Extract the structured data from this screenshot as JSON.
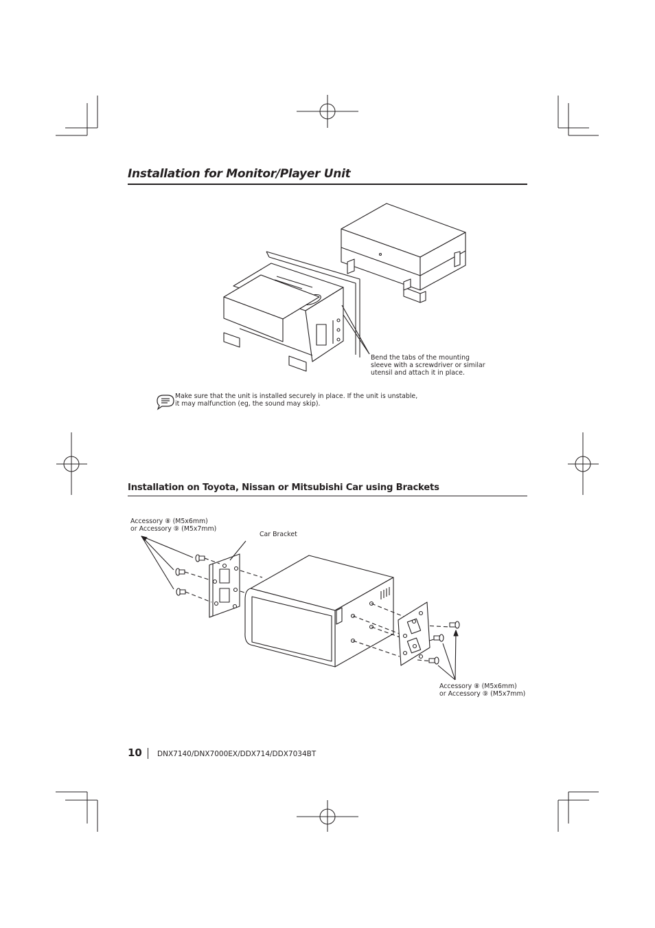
{
  "section1": {
    "title": "Installation for Monitor/Player Unit",
    "diagram_caption": [
      "Bend the tabs of the mounting",
      "sleeve with a screwdriver or similar",
      "utensil and attach it in place."
    ],
    "note_icon": "memo-icon",
    "note_lines": [
      "Make sure that the unit is installed securely in place. If the unit is unstable,",
      "it may malfunction (eg, the sound may skip)."
    ]
  },
  "section2": {
    "title": "Installation on Toyota, Nissan or Mitsubishi Car using Brackets",
    "accessory_left": [
      "Accessory ⑧ (M5x6mm)",
      "or Accessory ⑨ (M5x7mm)"
    ],
    "car_bracket_label": "Car Bracket",
    "accessory_right": [
      "Accessory ⑧ (M5x6mm)",
      "or Accessory ⑨ (M5x7mm)"
    ]
  },
  "footer": {
    "page_number": "10",
    "models": "DNX7140/DNX7000EX/DDX714/DDX7034BT"
  }
}
